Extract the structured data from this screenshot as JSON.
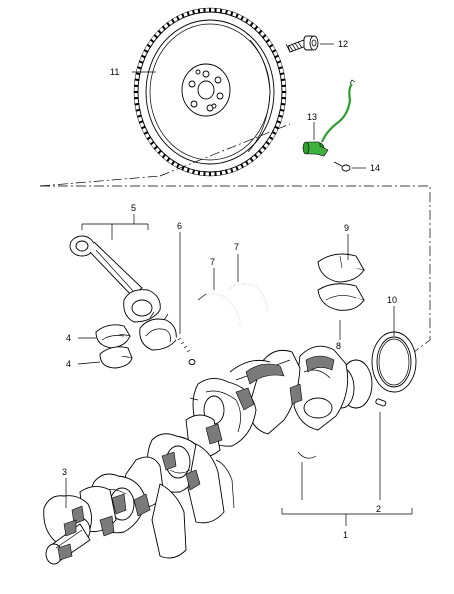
{
  "callouts": {
    "c1": "1",
    "c2": "2",
    "c3": "3",
    "c4a": "4",
    "c4b": "4",
    "c5": "5",
    "c6": "6",
    "c7a": "7",
    "c7b": "7",
    "c8": "8",
    "c9": "9",
    "c10": "10",
    "c11": "11",
    "c12": "12",
    "c13": "13",
    "c14": "14"
  },
  "colors": {
    "sensor_cable": "#2e9e2e",
    "ink": "#000000",
    "shading": "#7a7a7a"
  }
}
